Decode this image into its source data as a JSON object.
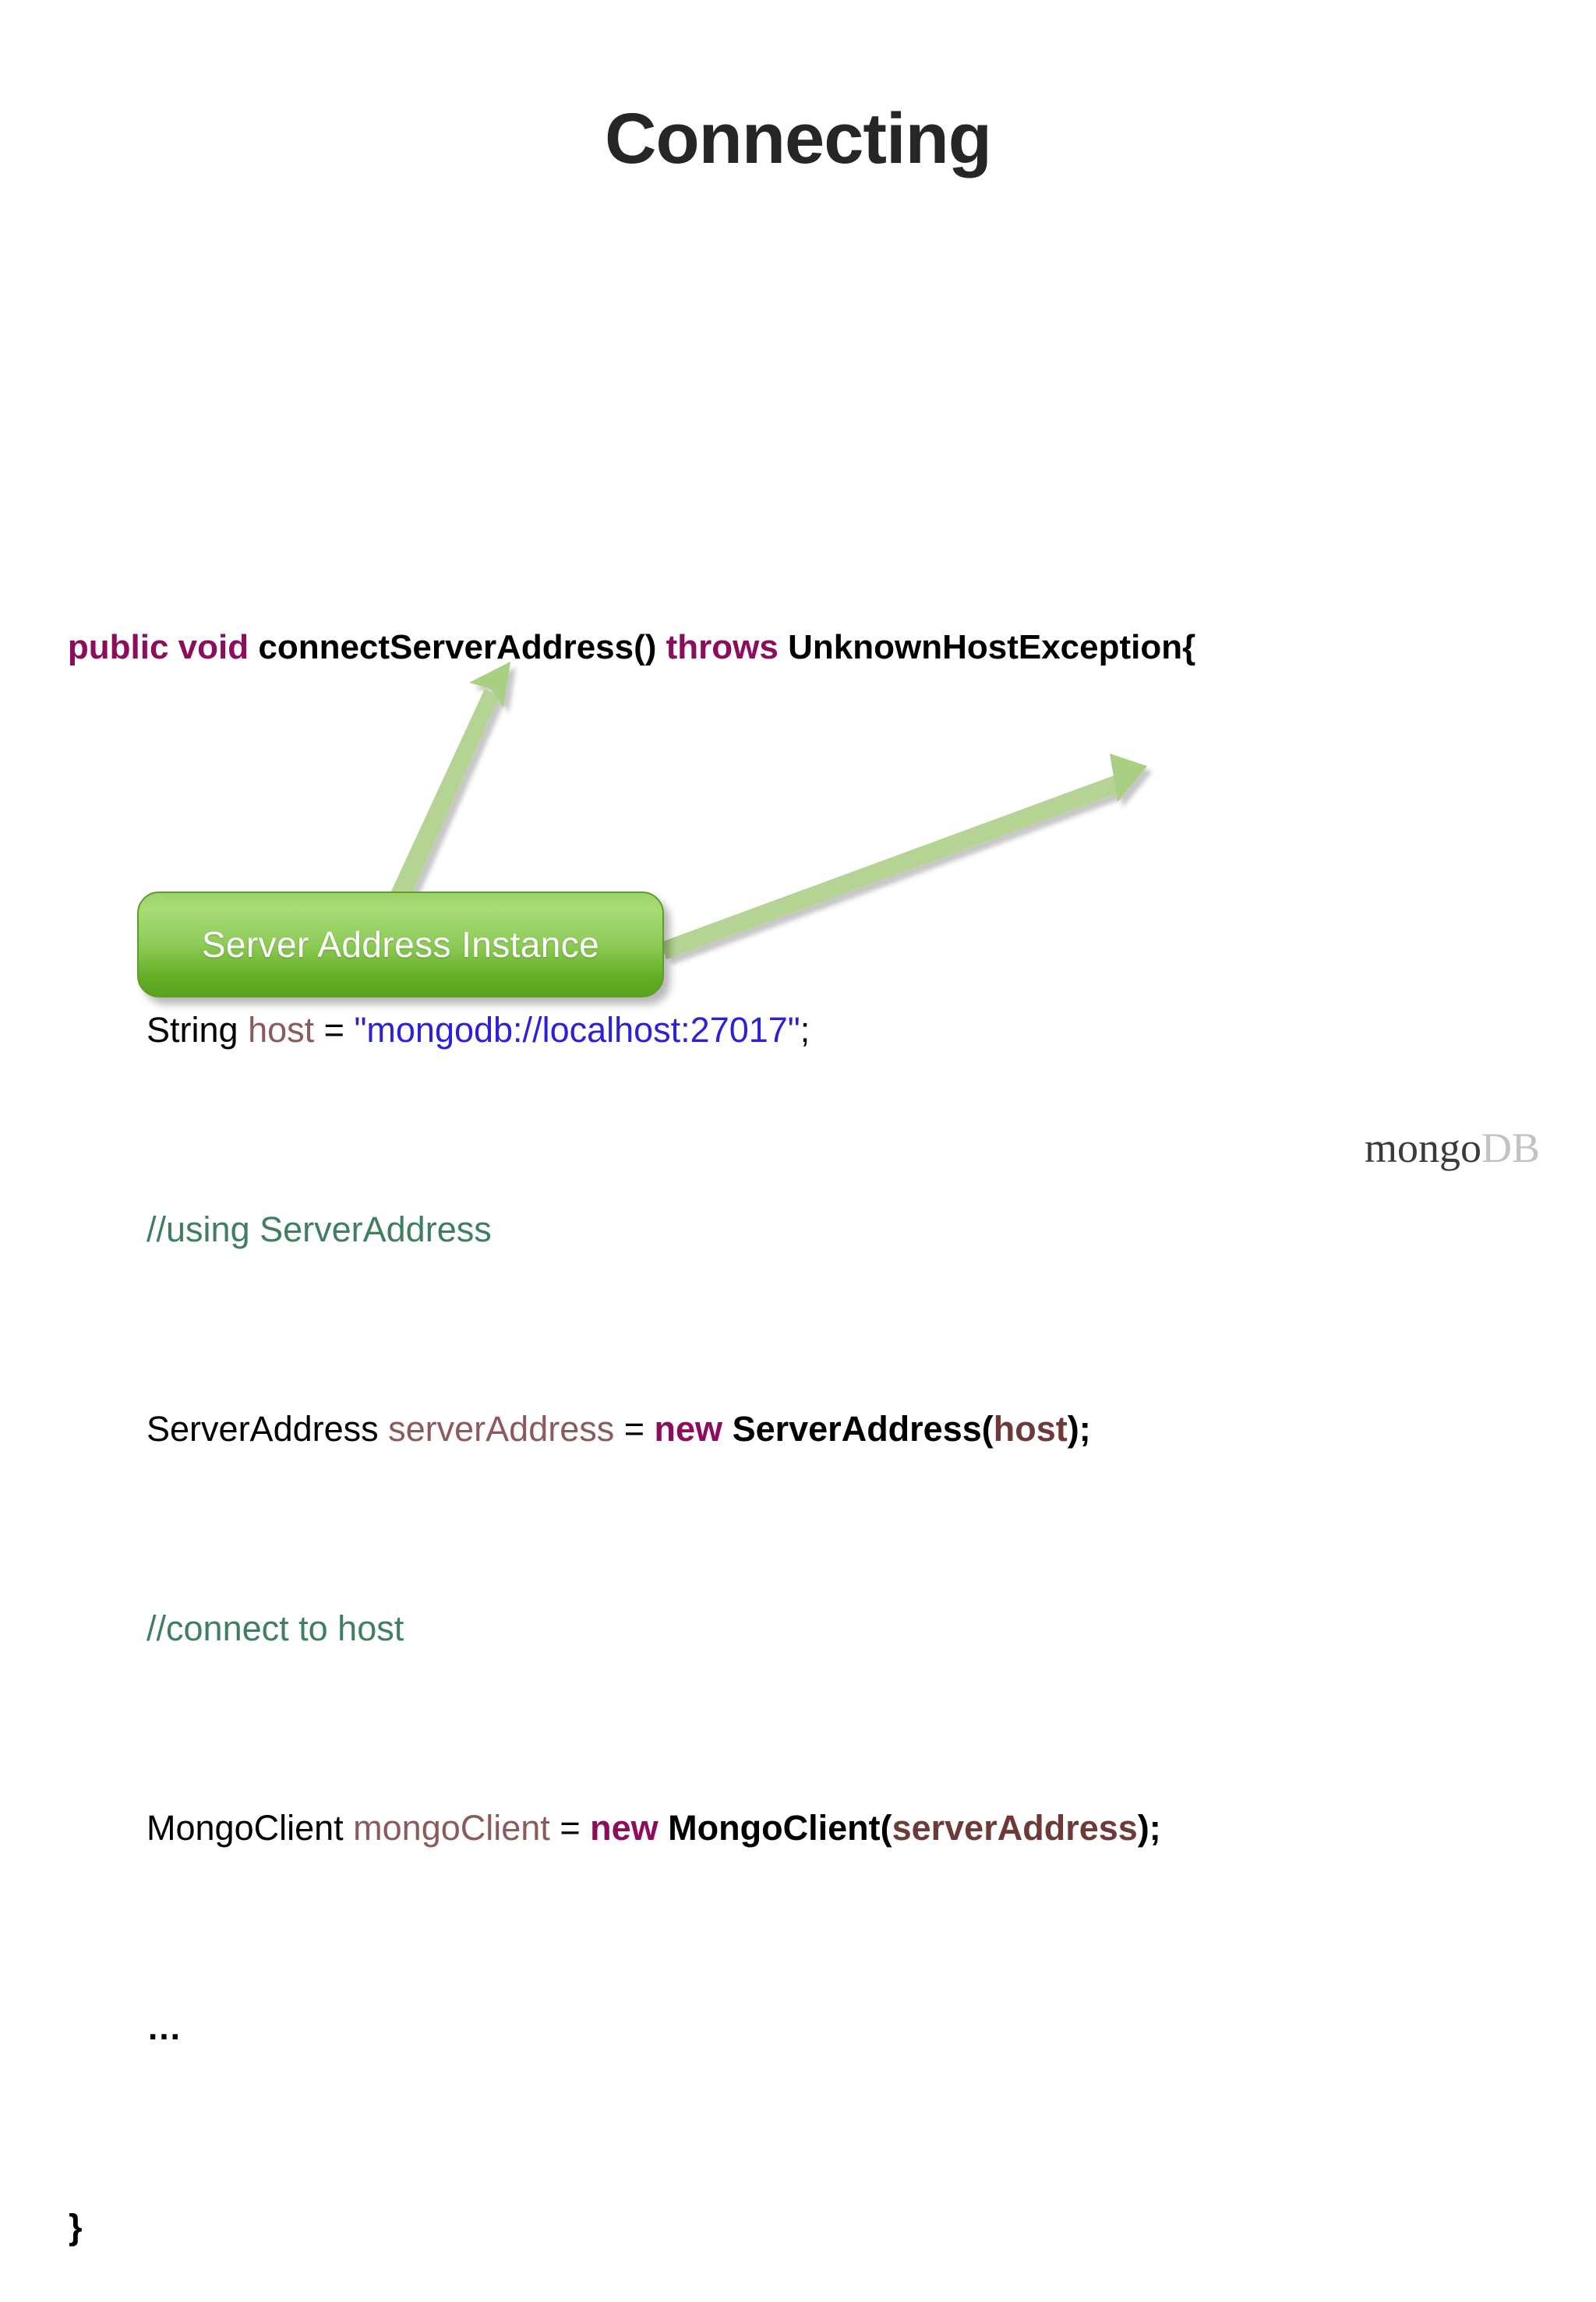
{
  "slide": {
    "title": "Connecting",
    "background_color": "#FFFFFF"
  },
  "code": {
    "signature": {
      "kw_public_void": "public void ",
      "method_name": "connectServerAddress() ",
      "kw_throws": "throws ",
      "exception": "UnknownHostException{"
    },
    "lines": [
      {
        "id": "line-string-host",
        "tokens": [
          {
            "text": "String ",
            "kind": "plain"
          },
          {
            "text": "host ",
            "kind": "var"
          },
          {
            "text": "= ",
            "kind": "plain"
          },
          {
            "text": "\"mongodb://localhost:27017\"",
            "kind": "string"
          },
          {
            "text": ";",
            "kind": "plain"
          }
        ]
      },
      {
        "id": "line-comment-using",
        "tokens": [
          {
            "text": "//using ServerAddress",
            "kind": "comment"
          }
        ]
      },
      {
        "id": "line-serveraddress",
        "tokens": [
          {
            "text": "ServerAddress ",
            "kind": "plain"
          },
          {
            "text": "serverAddress ",
            "kind": "var"
          },
          {
            "text": "= ",
            "kind": "plain"
          },
          {
            "text": "new ",
            "kind": "keyword"
          },
          {
            "text": "ServerAddress(",
            "kind": "bold"
          },
          {
            "text": "host",
            "kind": "var-bold"
          },
          {
            "text": ");",
            "kind": "bold"
          }
        ]
      },
      {
        "id": "line-comment-connect",
        "tokens": [
          {
            "text": "//connect to host",
            "kind": "comment"
          }
        ]
      },
      {
        "id": "line-mongoclient",
        "tokens": [
          {
            "text": "MongoClient ",
            "kind": "plain"
          },
          {
            "text": "mongoClient ",
            "kind": "var"
          },
          {
            "text": "= ",
            "kind": "plain"
          },
          {
            "text": "new ",
            "kind": "keyword"
          },
          {
            "text": "MongoClient(",
            "kind": "bold"
          },
          {
            "text": "serverAddress",
            "kind": "var-bold"
          },
          {
            "text": ");",
            "kind": "bold"
          }
        ]
      },
      {
        "id": "line-ellipsis",
        "tokens": [
          {
            "text": "…",
            "kind": "ellipsis"
          }
        ]
      }
    ],
    "closing_brace": "}"
  },
  "callout": {
    "label": "Server Address Instance",
    "fill_top": "#9ED46B",
    "fill_bottom": "#58A41C",
    "text_color": "#FFFFFF"
  },
  "arrows": {
    "color": "#B5D392",
    "items": [
      {
        "name": "arrow-to-server-address",
        "from": "callout-top",
        "to": "ServerAddress(host) constructor"
      },
      {
        "name": "arrow-to-mongo-client-arg",
        "from": "callout-right",
        "to": "MongoClient(serverAddress) argument"
      }
    ]
  },
  "logo": {
    "mongo": "mongo",
    "db": "DB",
    "mongo_color": "#3B3B3B",
    "db_color": "#C2C2C2"
  },
  "syntax_colors": {
    "keyword": "#8E0C5C",
    "string": "#2C20DB",
    "comment": "#3F7F5F",
    "variable": "#8C5A5A",
    "variable_bold": "#6E3A38",
    "plain": "#000000"
  }
}
